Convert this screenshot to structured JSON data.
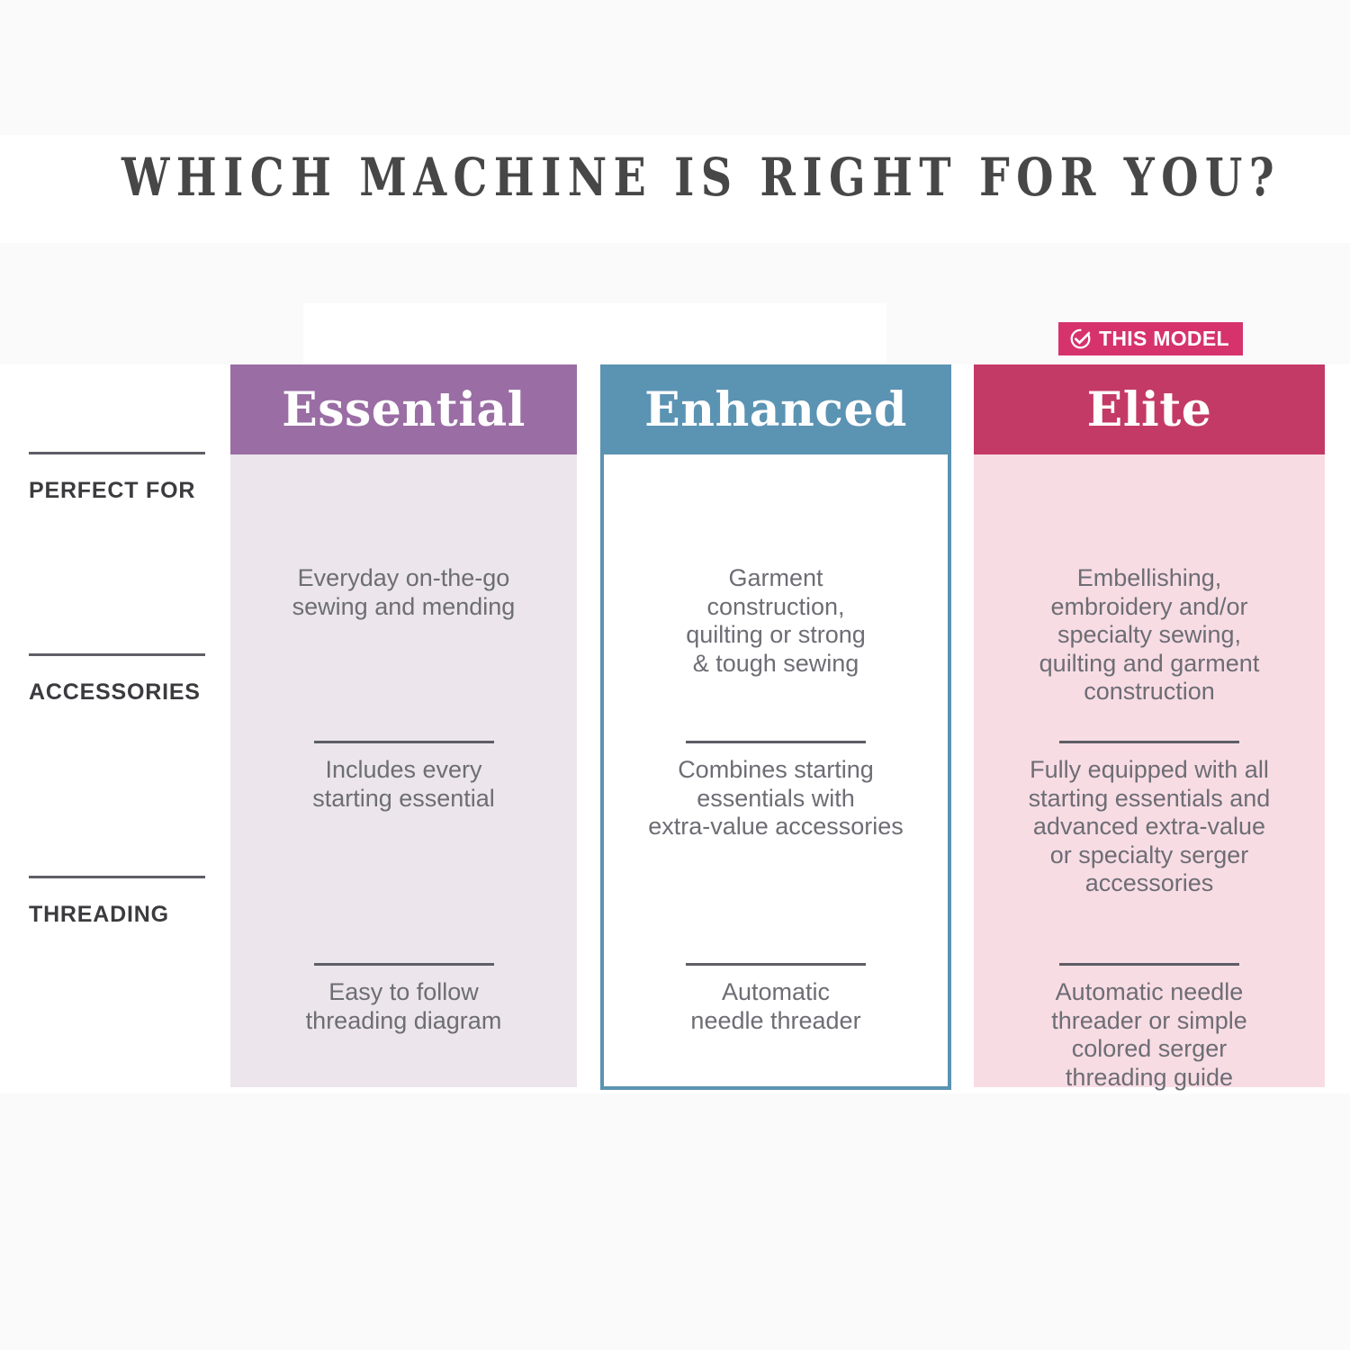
{
  "title": "WHICH MACHINE IS RIGHT FOR YOU?",
  "badge": {
    "label": "THIS MODEL",
    "icon": "check-circle-icon",
    "color": "#d6336c"
  },
  "row_labels": [
    {
      "key": "perfect_for",
      "label": "PERFECT FOR"
    },
    {
      "key": "accessories",
      "label": "ACCESSORIES"
    },
    {
      "key": "threading",
      "label": "THREADING"
    }
  ],
  "columns": [
    {
      "name": "Essential",
      "header_color": "#9a6da4",
      "body_color": "#ece5ec",
      "highlighted": false,
      "perfect_for": "Everyday on-the-go\nsewing and mending",
      "accessories": "Includes every\nstarting essential",
      "threading": "Easy to follow\nthreading diagram"
    },
    {
      "name": "Enhanced",
      "header_color": "#5b93b3",
      "body_color": "#ffffff",
      "highlighted": false,
      "perfect_for": "Garment\nconstruction,\nquilting or strong\n& tough sewing",
      "accessories": "Combines starting\nessentials with\nextra-value accessories",
      "threading": "Automatic\nneedle threader"
    },
    {
      "name": "Elite",
      "header_color": "#c43a67",
      "body_color": "#f8dce4",
      "highlighted": true,
      "perfect_for": "Embellishing,\nembroidery and/or\nspecialty sewing,\nquilting and garment\nconstruction",
      "accessories": "Fully equipped with all\nstarting essentials and\nadvanced extra-value\nor specialty serger\naccessories",
      "threading": "Automatic needle\nthreader or simple\ncolored serger\nthreading guide"
    }
  ]
}
